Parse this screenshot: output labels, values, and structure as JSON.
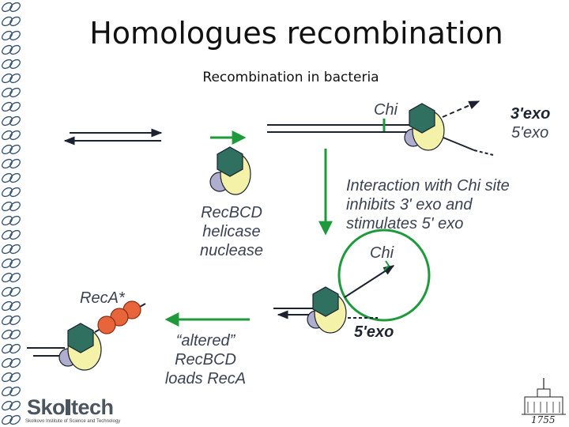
{
  "slide": {
    "title": "Homologues recombination",
    "subtitle": "Recombination in bacteria"
  },
  "diagram": {
    "chi_label_top": "Chi",
    "exo3_label": "3'exo",
    "exo5_label_top": "5'exo",
    "recbcd_label": [
      "RecBCD",
      "helicase",
      "nuclease"
    ],
    "interaction_label": [
      "Interaction with  Chi site",
      "inhibits 3' exo and",
      "stimulates 5' exo"
    ],
    "chi_label_circle": "Chi",
    "exo5_label_bottom": "5'exo",
    "reca_label": "RecA*",
    "altered_label": [
      "“altered”",
      "RecBCD",
      "loads RecA"
    ]
  },
  "colors": {
    "green_arrow": "#1e9a3c",
    "hexagon": "#2f7060",
    "yellow_subunit": "#f4f2a8",
    "lavender_subunit": "#b0aecf",
    "reca_orange": "#e8643a",
    "dna_line": "#1c2230",
    "border_ink": "#33506e"
  },
  "logo": {
    "name_prefix": "Sko",
    "name_suffix": "tech",
    "tagline": "Skolkovo Institute of Science and Technology"
  },
  "university_badge": {
    "year": "1755"
  }
}
